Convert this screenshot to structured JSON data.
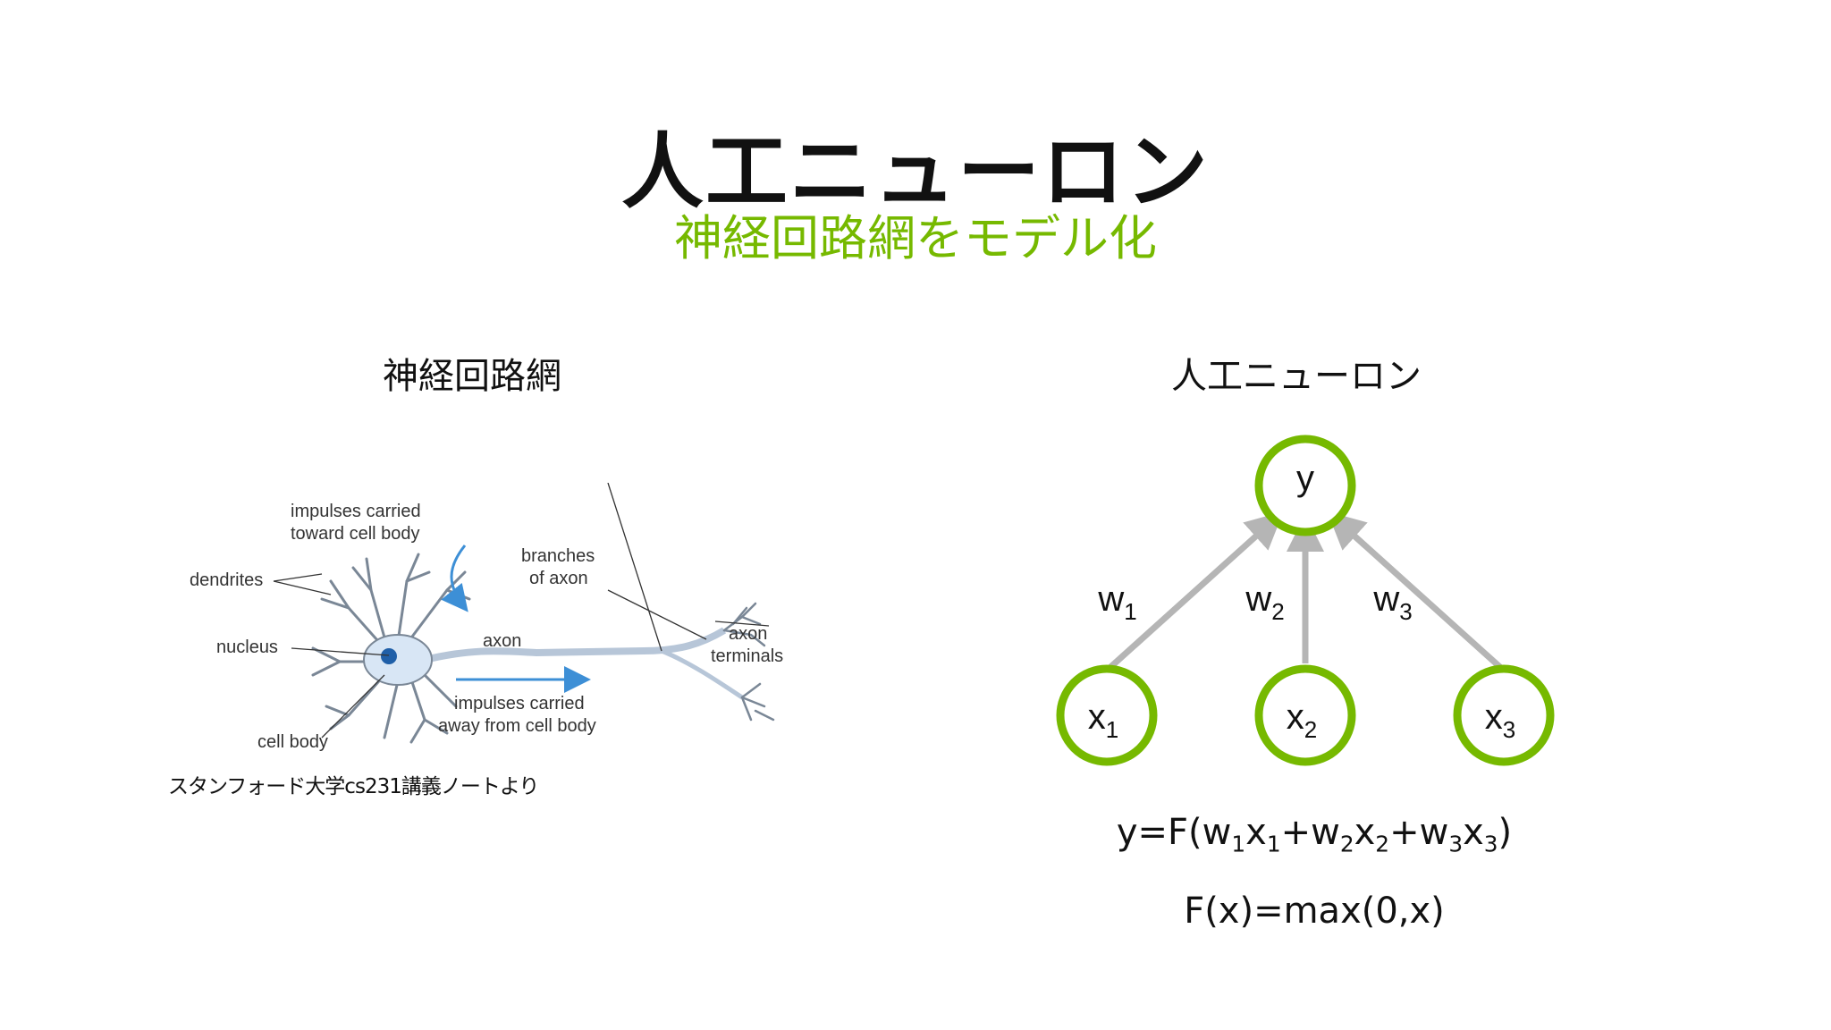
{
  "slide": {
    "title": "人工ニューロン",
    "subtitle": "神経回路網をモデル化",
    "accent_color": "#76b900"
  },
  "left": {
    "heading": "神経回路網",
    "caption": "スタンフォード大学cs231講義ノートより",
    "neuron_labels": {
      "impulses_in": [
        "impulses carried",
        "toward cell body"
      ],
      "dendrites": "dendrites",
      "nucleus": "nucleus",
      "cell_body": "cell body",
      "axon": "axon",
      "branches": [
        "branches",
        "of axon"
      ],
      "terminals": [
        "axon",
        "terminals"
      ],
      "impulses_out": [
        "impulses carried",
        "away from cell body"
      ]
    }
  },
  "right": {
    "heading": "人工ニューロン",
    "output_node": "y",
    "input_nodes": [
      {
        "base": "x",
        "sub": "1"
      },
      {
        "base": "x",
        "sub": "2"
      },
      {
        "base": "x",
        "sub": "3"
      }
    ],
    "weights": [
      {
        "base": "w",
        "sub": "1"
      },
      {
        "base": "w",
        "sub": "2"
      },
      {
        "base": "w",
        "sub": "3"
      }
    ],
    "formula_1": {
      "prefix": "y=F(",
      "t1w": "w",
      "t1ws": "1",
      "t1x": "x",
      "t1xs": "1",
      "plus1": "+",
      "t2w": "w",
      "t2ws": "2",
      "t2x": "x",
      "t2xs": "2",
      "plus2": "+",
      "t3w": "w",
      "t3ws": "3",
      "t3x": "x",
      "t3xs": "3",
      "suffix": ")"
    },
    "formula_2": "F(x)=max(0,x)"
  }
}
